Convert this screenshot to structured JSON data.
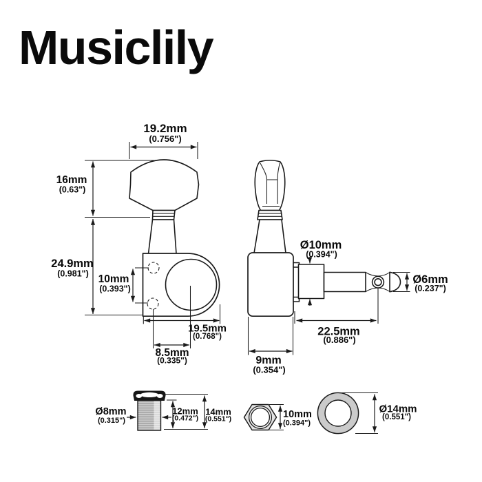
{
  "brand": "Musiclily",
  "front_view": {
    "button_width_mm": "19.2mm",
    "button_width_in": "(0.756\")",
    "button_height_mm": "16mm",
    "button_height_in": "(0.63\")",
    "overall_height_mm": "24.9mm",
    "overall_height_in": "(0.981\")",
    "screw_hole_spacing_mm": "10mm",
    "screw_hole_spacing_in": "(0.393\")",
    "body_width_mm": "19.5mm",
    "body_width_in": "(0.768\")",
    "hole_offset_mm": "8.5mm",
    "hole_offset_in": "(0.335\")"
  },
  "side_view": {
    "bushing_dia_mm": "Ø10mm",
    "bushing_dia_in": "(0.394\")",
    "post_dia_mm": "Ø6mm",
    "post_dia_in": "(0.237\")",
    "post_length_mm": "22.5mm",
    "post_length_in": "(0.886\")",
    "body_depth_mm": "9mm",
    "body_depth_in": "(0.354\")"
  },
  "hardware": {
    "ferrule_dia_mm": "Ø8mm",
    "ferrule_dia_in": "(0.315\")",
    "ferrule_thread_mm": "12mm",
    "ferrule_thread_in": "(0.472\")",
    "ferrule_height_mm": "14mm",
    "ferrule_height_in": "(0.551\")",
    "nut_size_mm": "10mm",
    "nut_size_in": "(0.394\")",
    "washer_dia_mm": "Ø14mm",
    "washer_dia_in": "(0.551\")"
  },
  "colors": {
    "line": "#1a1a1a",
    "metal_gray": "#c9c9c9",
    "background": "#ffffff"
  }
}
